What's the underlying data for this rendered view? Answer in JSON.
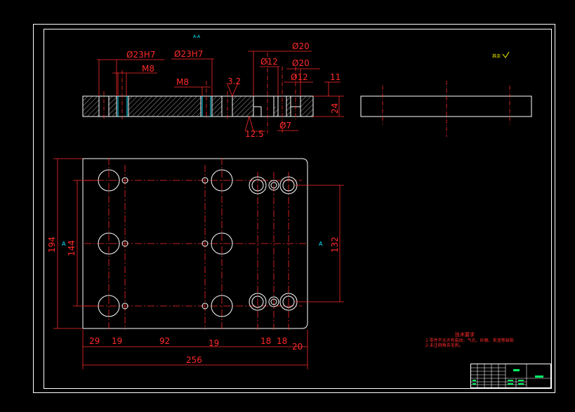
{
  "section_label": "A-A",
  "section_marks": {
    "left": "A",
    "right": "A"
  },
  "surface_symbol_text": "其余",
  "roughness": {
    "top": "3.2",
    "bottom": "12.5"
  },
  "dims": {
    "d23h7_left": "Ø23H7",
    "d23h7_right": "Ø23H7",
    "m8_top": "M8",
    "m8_mid": "M8",
    "d20_top": "Ø20",
    "d12_left": "Ø12",
    "d20_mid": "Ø20",
    "d12_right": "Ø12",
    "d7": "Ø7",
    "t11": "11",
    "t24": "24",
    "h194": "194",
    "h144": "144",
    "h132": "132",
    "w29": "29",
    "w19a": "19",
    "w92": "92",
    "w19b": "19",
    "w18a": "18",
    "w18b": "18",
    "w20": "20",
    "w256": "256"
  },
  "notes": {
    "title": "技术要求",
    "line1": "1.零件不允许有裂纹、气孔、砂眼、夹渣等缺陷",
    "line2": "2.未注倒角去毛刺。"
  },
  "title_block": {
    "cell_a": "",
    "cell_b": "",
    "cell_c": ""
  }
}
